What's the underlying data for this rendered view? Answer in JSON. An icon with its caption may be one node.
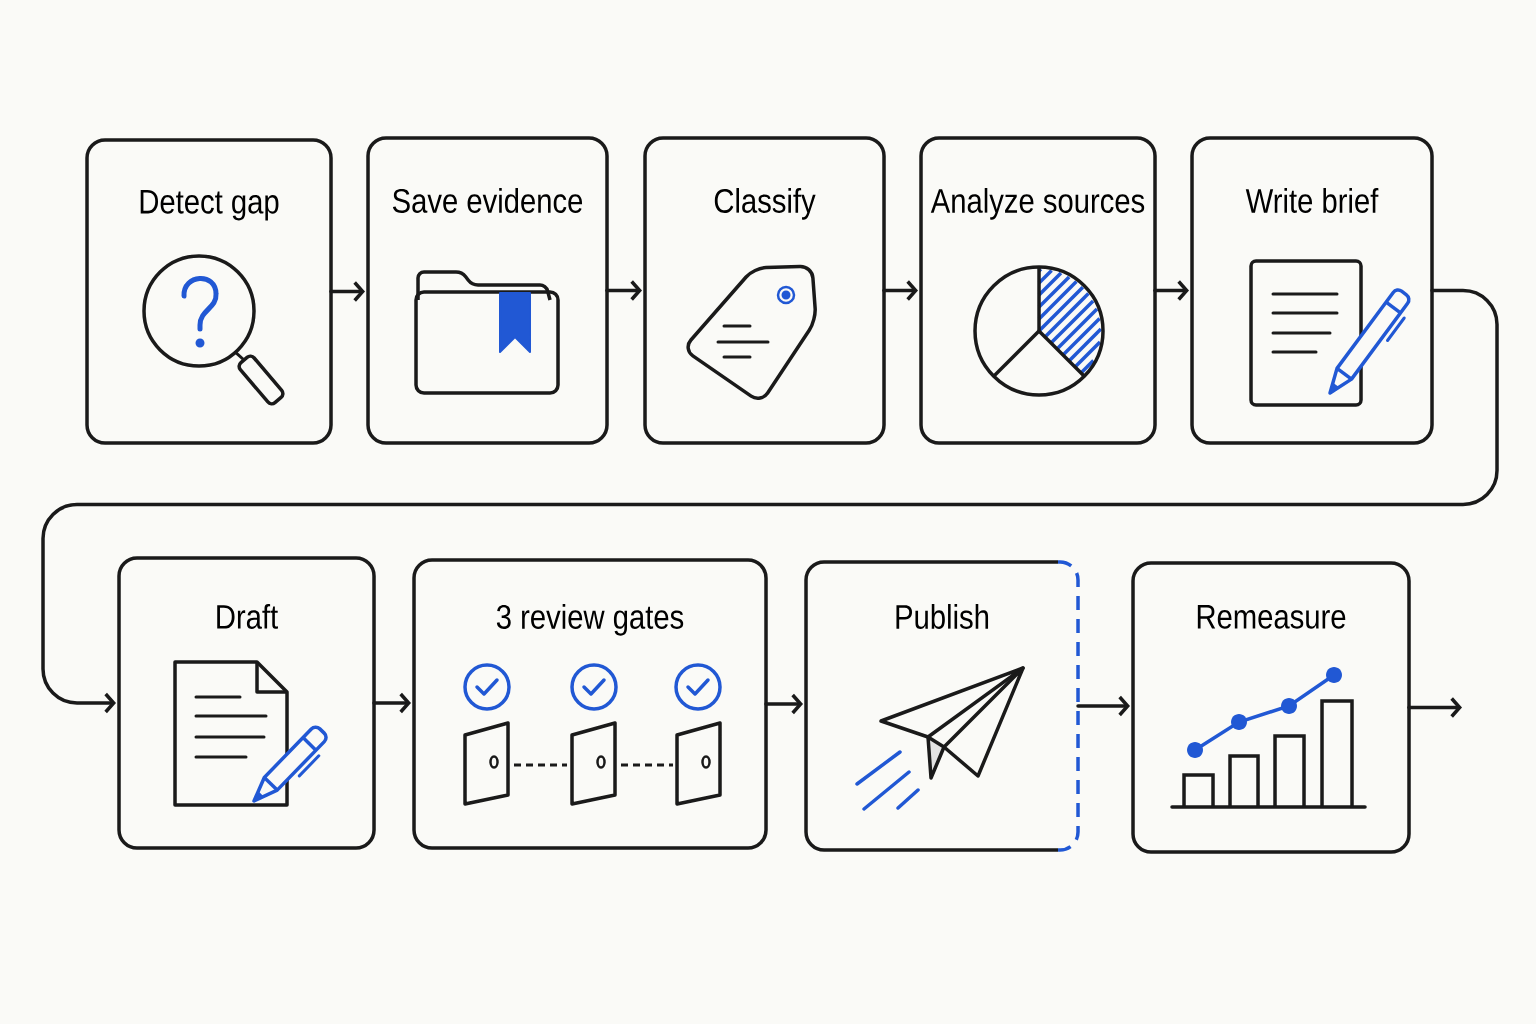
{
  "diagram": {
    "nodes": [
      {
        "text": [
          "Detect gap"
        ]
      },
      {
        "text": [
          "Save evidence"
        ]
      },
      {
        "text": [
          "Classify"
        ]
      },
      {
        "text": [
          "Analyze sources"
        ]
      },
      {
        "text": [
          "Write brief"
        ]
      },
      {
        "text": [
          "Draft"
        ]
      },
      {
        "text": [
          "3 review gates"
        ]
      },
      {
        "text": [
          "Publish"
        ]
      },
      {
        "text": [
          "Remeasure"
        ]
      }
    ],
    "edges": [
      {
        "from": 0,
        "to": 1,
        "arrow": "to"
      },
      {
        "from": 1,
        "to": 2,
        "arrow": "to"
      },
      {
        "from": 2,
        "to": 3,
        "arrow": "to"
      },
      {
        "from": 3,
        "to": 4,
        "arrow": "to"
      },
      {
        "from": 4,
        "to": 5,
        "arrow": "to"
      },
      {
        "from": 5,
        "to": 6,
        "arrow": "to"
      },
      {
        "from": 6,
        "to": 7,
        "arrow": "to"
      },
      {
        "from": 7,
        "to": 8,
        "arrow": "to"
      },
      {
        "from": 8,
        "to": null,
        "arrow": "to"
      }
    ]
  }
}
